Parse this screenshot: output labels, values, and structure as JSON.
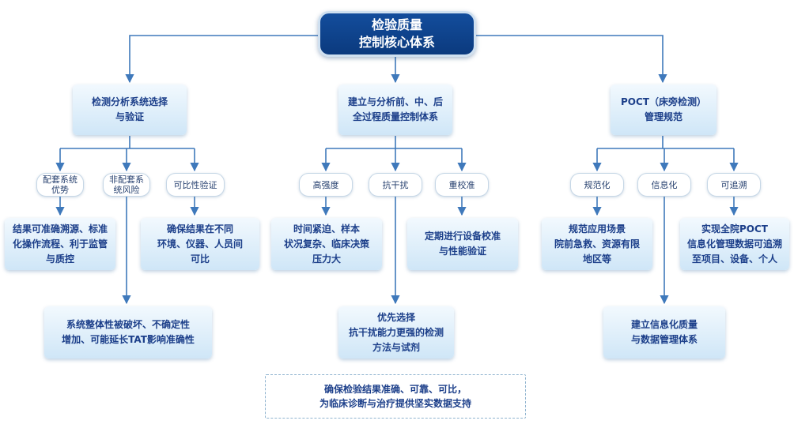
{
  "root": {
    "title": "检验质量\n控制核心体系"
  },
  "branches": [
    {
      "label": "检测分析系统选择\n与验证",
      "subs": [
        {
          "label": "配套系统\n优势",
          "result": "结果可准确溯源、标准\n化操作流程、利于监管\n与质控"
        },
        {
          "label": "非配套系\n统风险",
          "result": "系统整体性被破坏、不确定性\n增加、可能延长TAT影响准确性"
        },
        {
          "label": "可比性验证",
          "result": "确保结果在不同\n环境、仪器、人员间\n可比"
        }
      ]
    },
    {
      "label": "建立与分析前、中、后\n全过程质量控制体系",
      "subs": [
        {
          "label": "高强度",
          "result": "时间紧迫、样本\n状况复杂、临床决策\n压力大"
        },
        {
          "label": "抗干扰",
          "result": "优先选择\n抗干扰能力更强的检测\n方法与试剂"
        },
        {
          "label": "重校准",
          "result": "定期进行设备校准\n与性能验证"
        }
      ]
    },
    {
      "label": "POCT（床旁检测）\n管理规范",
      "subs": [
        {
          "label": "规范化",
          "result": "规范应用场景\n院前急救、资源有限\n地区等"
        },
        {
          "label": "信息化",
          "result": "建立信息化质量\n与数据管理体系"
        },
        {
          "label": "可追溯",
          "result": "实现全院POCT\n信息化管理数据可追溯\n至项目、设备、个人"
        }
      ]
    }
  ],
  "footer": {
    "text": "确保检验结果准确、可靠、可比，\n为临床诊断与治疗提供坚实数据支持"
  },
  "colors": {
    "line": "#3f79bb",
    "title_text": "#1c3f8a",
    "root_fill": "#0b3a7e"
  }
}
